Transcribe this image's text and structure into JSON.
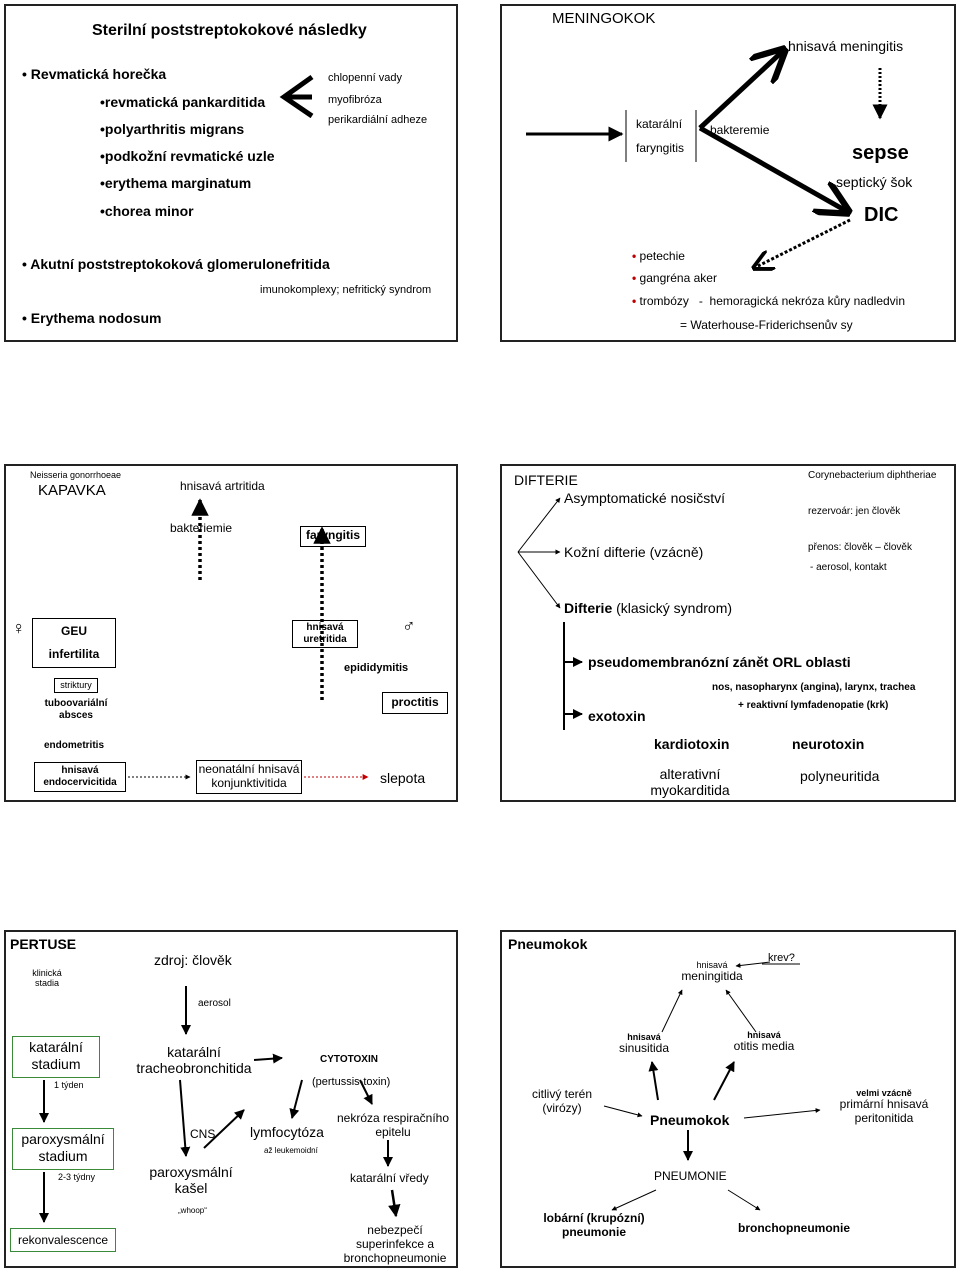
{
  "slide1": {
    "title": "Sterilní poststreptokokové následky",
    "rf_heading": "Revmatická horečka",
    "rf_items": [
      "revmatická pankarditida",
      "polyarthritis migrans",
      "podkožní revmatické uzle",
      "erythema marginatum",
      "chorea minor"
    ],
    "card_items": [
      "chlopenní vady",
      "myofibróza",
      "perikardiální adheze"
    ],
    "glomerulo": "Akutní poststreptokoková glomerulonefritida",
    "glomerulo_note": "imunokomplexy; nefritický syndrom",
    "erythema": "Erythema nodosum"
  },
  "slide2": {
    "title": "MENINGOKOK",
    "katar": "katarální",
    "faryng": "faryngitis",
    "bakteremie": "bakteremie",
    "meningitis": "hnisavá meningitis",
    "sepse": "sepse",
    "sok": "septický šok",
    "dic": "DIC",
    "list": [
      "petechie",
      "gangréna aker",
      "trombózy   -  hemoragická nekróza kůry nadledvin"
    ],
    "wf": "= Waterhouse-Friderichsenův sy"
  },
  "slide3": {
    "species": "Neisseria gonorrhoeae",
    "title": "KAPAVKA",
    "artritida": "hnisavá artritida",
    "bakteriemie": "bakteriemie",
    "faryngitis": "faryngitis",
    "female": "♀",
    "male": "♂",
    "geu": "GEU",
    "infertilita": "infertilita",
    "striktury": "striktury",
    "tubo1": "tuboovariální",
    "tubo2": "absces",
    "endometritis": "endometritis",
    "endocerv1": "hnisavá",
    "endocerv2": "endocervicitida",
    "uretr1": "hnisavá",
    "uretr2": "uretritida",
    "epididymitis": "epididymitis",
    "proctitis": "proctitis",
    "neo1": "neonatální hnisavá",
    "neo2": "konjunktivitida",
    "slepota": "slepota"
  },
  "slide4": {
    "title": "DIFTERIE",
    "species": "Corynebacterium diphtheriae",
    "rezervoar": "rezervoár: jen člověk",
    "asympt": "Asymptomatické nosičství",
    "kozni": "Kožní difterie (vzácně)",
    "prenos": "přenos: člověk – člověk",
    "aerosol": "- aerosol, kontakt",
    "klas_bold": "Difterie",
    "klas_rest": " (klasický syndrom)",
    "pseudo": "pseudomembranózní zánět ORL oblasti",
    "nos": "nos, nasopharynx (angina), larynx, trachea",
    "lymf": "+ reaktivní lymfadenopatie (krk)",
    "exotoxin": "exotoxin",
    "kardio": "kardiotoxin",
    "neuro": "neurotoxin",
    "alter1": "alterativní",
    "alter2": "myokarditida",
    "polyneur": "polyneuritida"
  },
  "slide5": {
    "title": "PERTUSE",
    "klin1": "klinická",
    "klin2": "stadia",
    "zdroj": "zdroj: člověk",
    "aerosol": "aerosol",
    "kat1": "katarální",
    "kat2": "stadium",
    "tyden": "1 týden",
    "par1": "paroxysmální",
    "par2": "stadium",
    "tydny": "2-3 týdny",
    "rekon": "rekonvalescence",
    "trach1": "katarální",
    "trach2": "tracheobronchitida",
    "cytotoxin": "CYTOTOXIN",
    "pertussis": "(pertussis-toxin)",
    "cns": "CNS",
    "lymfo": "lymfocytóza",
    "leuk": "až leukemoidní",
    "nekroza1": "nekróza respiračního",
    "nekroza2": "epitelu",
    "pk1": "paroxysmální",
    "pk2": "kašel",
    "whoop": "„whoop“",
    "vridky": "katarální vředy",
    "neb1": "nebezpečí",
    "neb2": "superinfekce a",
    "neb3": "bronchopneumonie"
  },
  "slide6": {
    "title": "Pneumokok",
    "mening_small": "hnisavá",
    "mening": "meningitida",
    "krev": "krev?",
    "sinus_small": "hnisavá",
    "sinus": "sinusitida",
    "otitis_small": "hnisavá",
    "otitis": "otitis media",
    "citlivy1": "citlivý terén",
    "citlivy2": "(virózy)",
    "center": "Pneumokok",
    "velmi": "velmi vzácně",
    "prim1": "primární hnisavá",
    "prim2": "peritonitida",
    "pneumonie": "PNEUMONIE",
    "lob1": "lobární (krupózní)",
    "lob2": "pneumonie",
    "broncho": "bronchopneumonie"
  }
}
